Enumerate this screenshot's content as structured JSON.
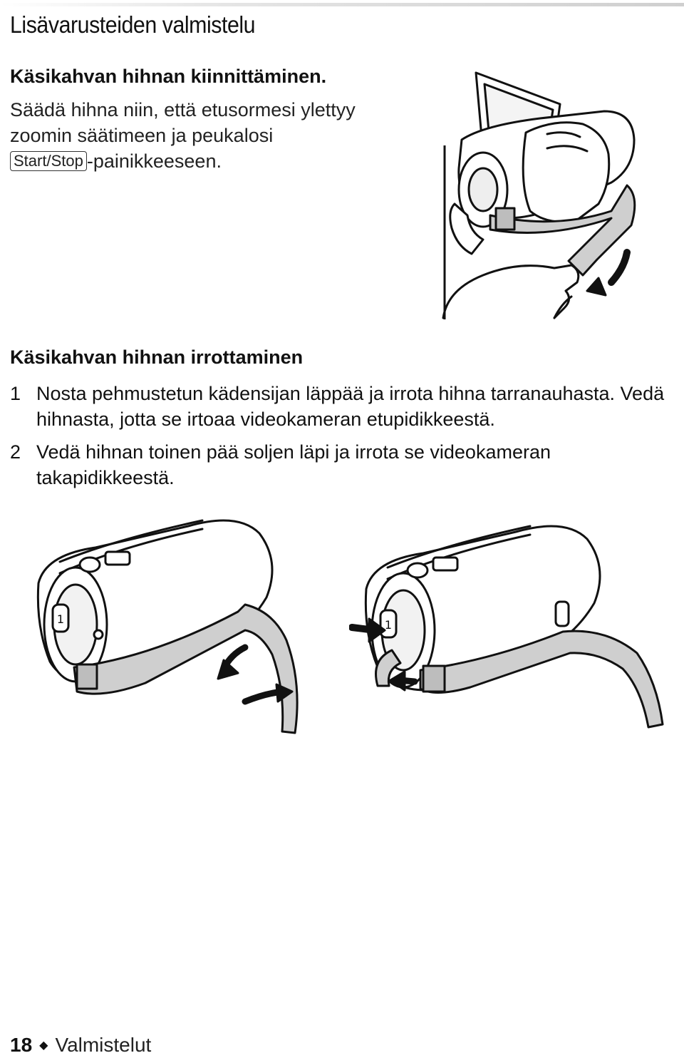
{
  "page": {
    "title": "Lisävarusteiden valmistelu"
  },
  "section_attach": {
    "heading": "Käsikahvan hihnan kiinnittäminen.",
    "line1": "Säädä hihna niin, että etusormesi ylettyy",
    "line2": "zoomin säätimeen ja peukalosi",
    "key_label": "Start/Stop",
    "line3_suffix": "-painikkeeseen."
  },
  "section_remove": {
    "heading": "Käsikahvan hihnan irrottaminen",
    "steps": [
      {
        "number": "1",
        "text": "Nosta pehmustetun kädensijan läppää ja irrota hihna tarranauhasta. Vedä hihnasta, jotta se irtoaa videokameran etupidikkeestä."
      },
      {
        "number": "2",
        "text": "Vedä hihnan toinen pää soljen läpi ja irrota se videokameran takapidikkeestä."
      }
    ]
  },
  "illustrations": {
    "camcorder_label": "1"
  },
  "footer": {
    "page_number": "18",
    "separator": "◆",
    "section": "Valmistelut"
  }
}
